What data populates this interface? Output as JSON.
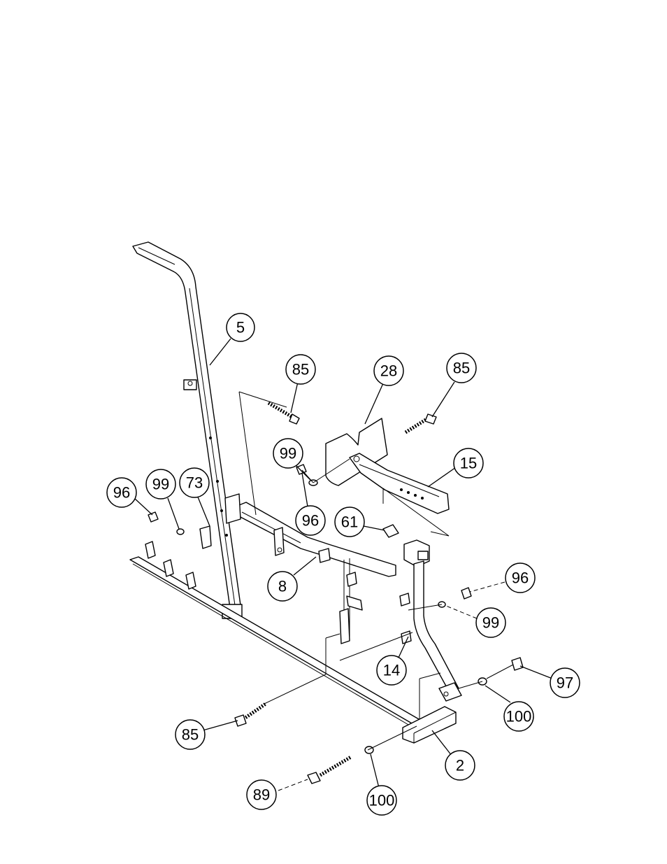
{
  "callouts": [
    {
      "id": "c5",
      "label": "5"
    },
    {
      "id": "c85a",
      "label": "85"
    },
    {
      "id": "c28",
      "label": "28"
    },
    {
      "id": "c85b",
      "label": "85"
    },
    {
      "id": "c99a",
      "label": "99"
    },
    {
      "id": "c15",
      "label": "15"
    },
    {
      "id": "c96a",
      "label": "96"
    },
    {
      "id": "c99b",
      "label": "99"
    },
    {
      "id": "c73",
      "label": "73"
    },
    {
      "id": "c96b",
      "label": "96"
    },
    {
      "id": "c61",
      "label": "61"
    },
    {
      "id": "c8",
      "label": "8"
    },
    {
      "id": "c96c",
      "label": "96"
    },
    {
      "id": "c99c",
      "label": "99"
    },
    {
      "id": "c14",
      "label": "14"
    },
    {
      "id": "c97",
      "label": "97"
    },
    {
      "id": "c100a",
      "label": "100"
    },
    {
      "id": "c85c",
      "label": "85"
    },
    {
      "id": "c2",
      "label": "2"
    },
    {
      "id": "c89",
      "label": "89"
    },
    {
      "id": "c100b",
      "label": "100"
    }
  ]
}
